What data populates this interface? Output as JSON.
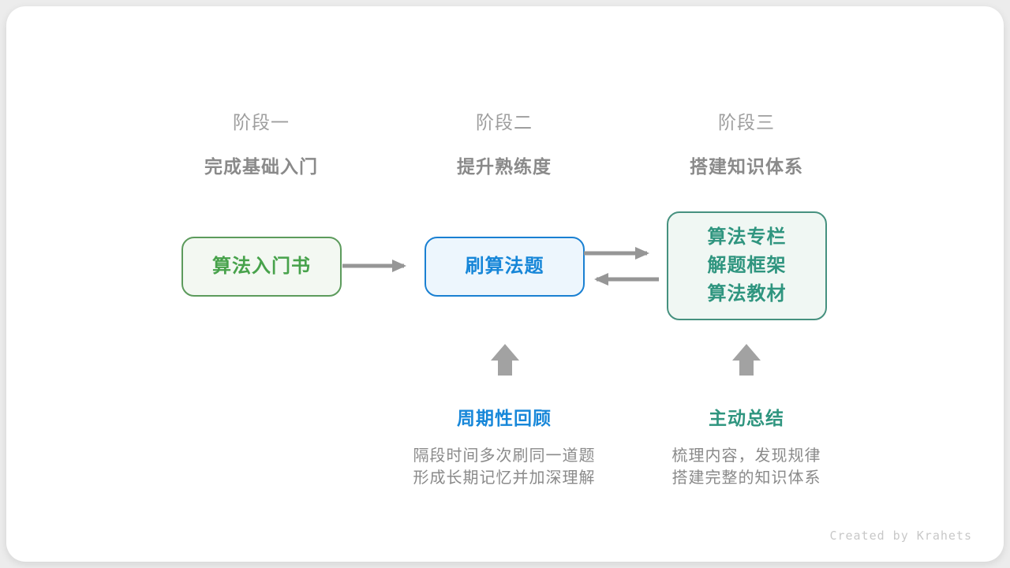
{
  "stages": [
    {
      "label": "阶段一",
      "subtitle": "完成基础入门"
    },
    {
      "label": "阶段二",
      "subtitle": "提升熟练度"
    },
    {
      "label": "阶段三",
      "subtitle": "搭建知识体系"
    }
  ],
  "boxes": [
    {
      "name": "intro-book",
      "lines": [
        "算法入门书"
      ]
    },
    {
      "name": "practice-problems",
      "lines": [
        "刷算法题"
      ]
    },
    {
      "name": "knowledge-sources",
      "lines": [
        "算法专栏",
        "解题框架",
        "算法教材"
      ]
    }
  ],
  "callouts": [
    {
      "title": "周期性回顾",
      "lines": [
        "隔段时间多次刷同一道题",
        "形成长期记忆并加深理解"
      ],
      "color": "#1787d9"
    },
    {
      "title": "主动总结",
      "lines": [
        "梳理内容，发现规律",
        "搭建完整的知识体系"
      ],
      "color": "#2f957f"
    }
  ],
  "credit": "Created by Krahets",
  "colors": {
    "page_background": "#ececec",
    "card_background": "#ffffff",
    "stage_label": "#9e9e9e",
    "stage_subtitle": "#8a8a8a",
    "green_border": "#5c9b5c",
    "green_text": "#47a24b",
    "green_fill": "#f3f8f2",
    "blue_border": "#1a80d2",
    "blue_text": "#1686d8",
    "blue_fill": "#edf6fd",
    "teal_border": "#46917f",
    "teal_text": "#2f957f",
    "teal_fill": "#f0f7f3",
    "arrow_gray": "#969696",
    "block_arrow_gray": "#a2a2a2",
    "description_text": "#8a8a8a",
    "credit_text": "#c8c8c8"
  }
}
